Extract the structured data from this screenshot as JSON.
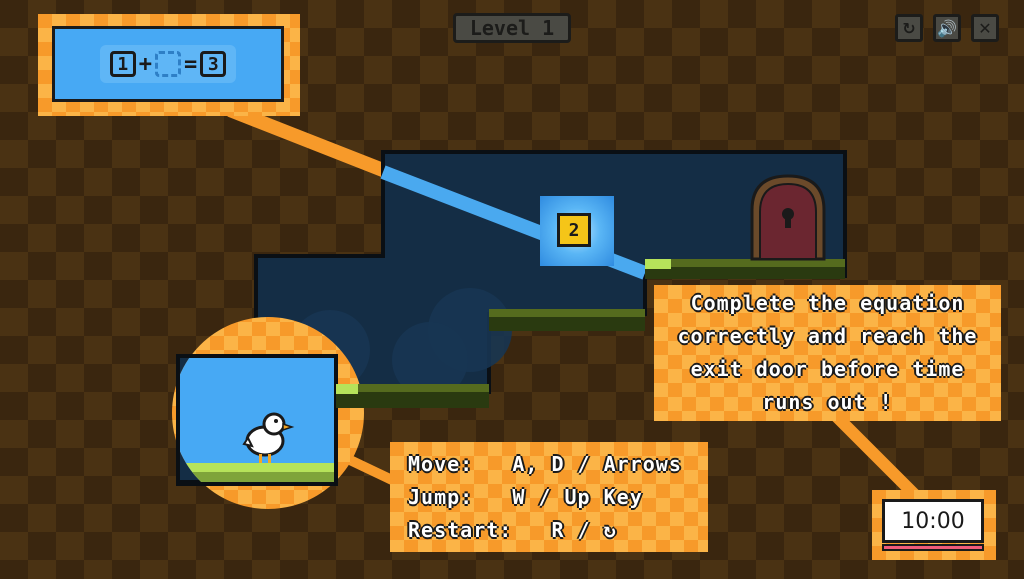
{
  "hud": {
    "level_label": "Level 1",
    "restart_icon": "restart-icon",
    "sound_icon": "speaker-icon",
    "close_icon": "close-icon"
  },
  "equation": {
    "left": "1",
    "operator": "+",
    "slot": "",
    "equals": "=",
    "result": "3"
  },
  "number_tile": "2",
  "info_text": "Complete the equation correctly and reach the exit door before time runs out !",
  "controls": {
    "move_label": "Move:",
    "move_keys": "A, D / Arrows",
    "jump_label": "Jump:",
    "jump_keys": "W / Up Key",
    "restart_label": "Restart:",
    "restart_keys": "R /"
  },
  "timer": "10:00",
  "colors": {
    "accent_orange": "#f79a2a",
    "sky_blue": "#47a9f4",
    "grass_green": "#b6e35a",
    "tile_yellow": "#f5c518",
    "door_red": "#6b2630"
  }
}
